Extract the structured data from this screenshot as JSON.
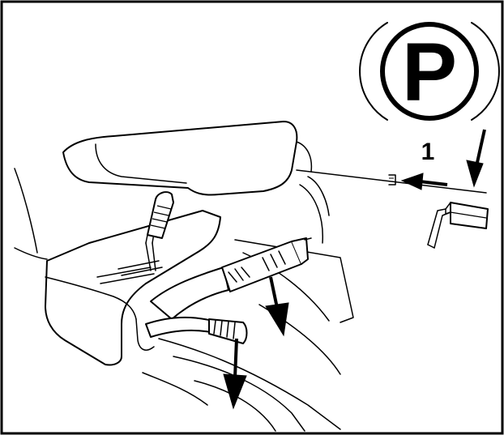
{
  "parking_symbol": {
    "letter": "P"
  },
  "step_label": "1",
  "colors": {
    "line": "#000000",
    "background": "#ffffff"
  },
  "icons": {
    "parking": "parking-brake-symbol",
    "lever": "parking-brake-lever",
    "arrows": "direction-arrow"
  }
}
